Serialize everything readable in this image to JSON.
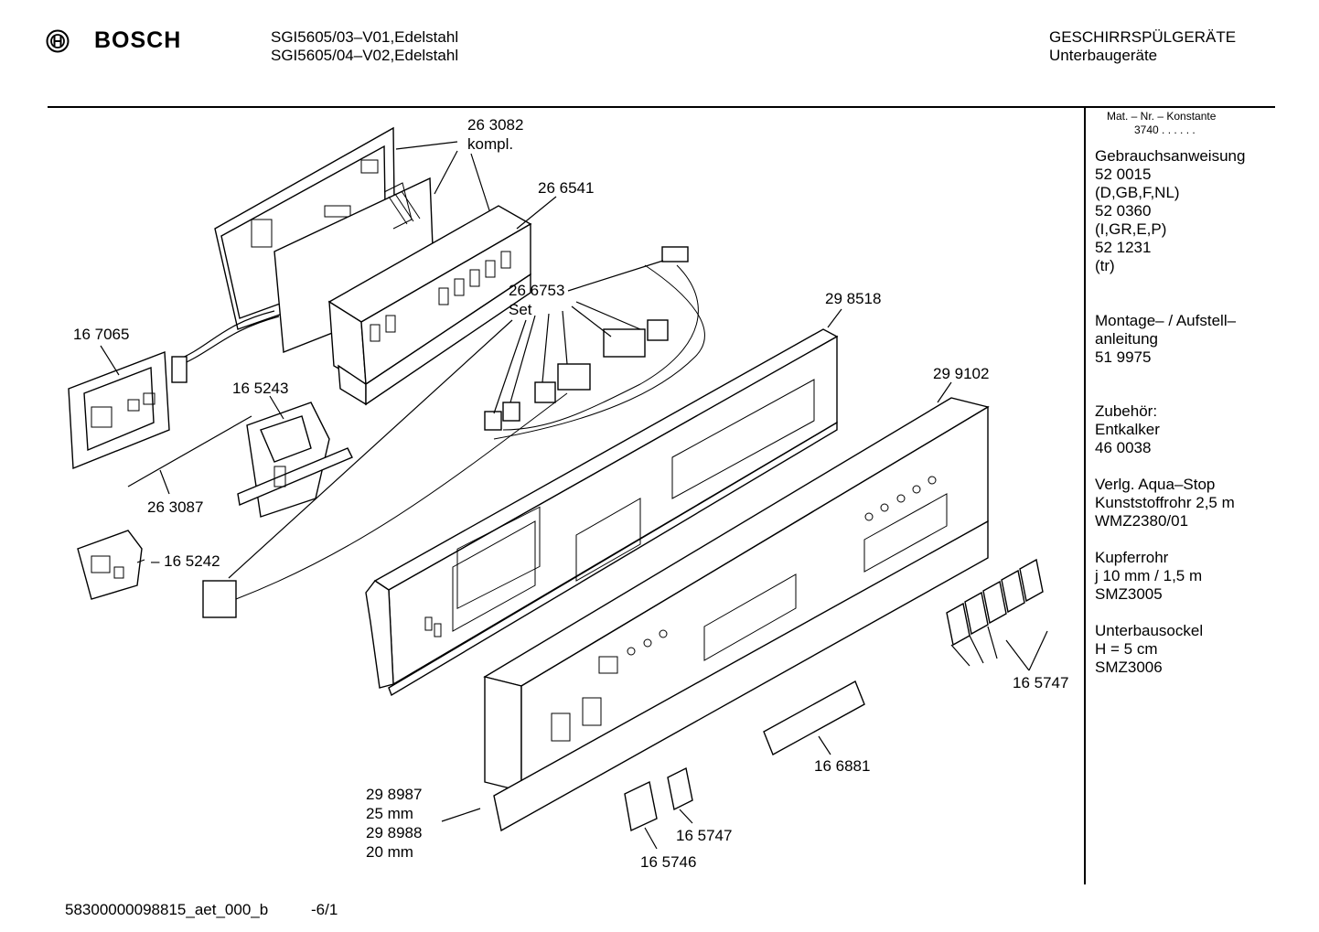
{
  "header": {
    "brand": "BOSCH",
    "model_line_1": "SGI5605/03–V01,Edelstahl",
    "model_line_2": "SGI5605/04–V02,Edelstahl",
    "category_line_1": "GESCHIRRSPÜLGERÄTE",
    "category_line_2": "Unterbaugeräte"
  },
  "sidebar": {
    "mat_header": "Mat. – Nr. – Konstante",
    "mat_value": "3740 . .  . . . .",
    "blocks": [
      [
        "Gebrauchsanweisung",
        "52 0015",
        "(D,GB,F,NL)",
        "52 0360",
        "(I,GR,E,P)",
        "52 1231",
        "(tr)"
      ],
      [
        "Montage– / Aufstell–",
        "anleitung",
        "51 9975"
      ],
      [
        "Zubehör:",
        "Entkalker",
        "46 0038"
      ],
      [
        "Verlg. Aqua–Stop",
        "Kunststoffrohr 2,5 m",
        "WMZ2380/01"
      ],
      [
        "Kupferrohr",
        "j 10 mm / 1,5 m",
        "SMZ3005"
      ],
      [
        "Unterbausockel",
        "H = 5 cm",
        "SMZ3006"
      ]
    ]
  },
  "labels": {
    "p263082": "26 3082",
    "p263082b": "kompl.",
    "p266541": "26 6541",
    "p266753": "26 6753",
    "p266753b": "Set",
    "p167065": "16 7065",
    "p165243": "16 5243",
    "p263087": "26 3087",
    "p165242": "– 16 5242",
    "p298518": "29 8518",
    "p299102": "29 9102",
    "p165747a": "16 5747",
    "p166881": "16 6881",
    "p298987": "29 8987",
    "p25mm": "25 mm",
    "p298988": "29 8988",
    "p20mm": "20 mm",
    "p165747b": "16 5747",
    "p165746": "16 5746"
  },
  "footer": {
    "doc_id": "58300000098815_aet_000_b",
    "page": "-6/1"
  }
}
